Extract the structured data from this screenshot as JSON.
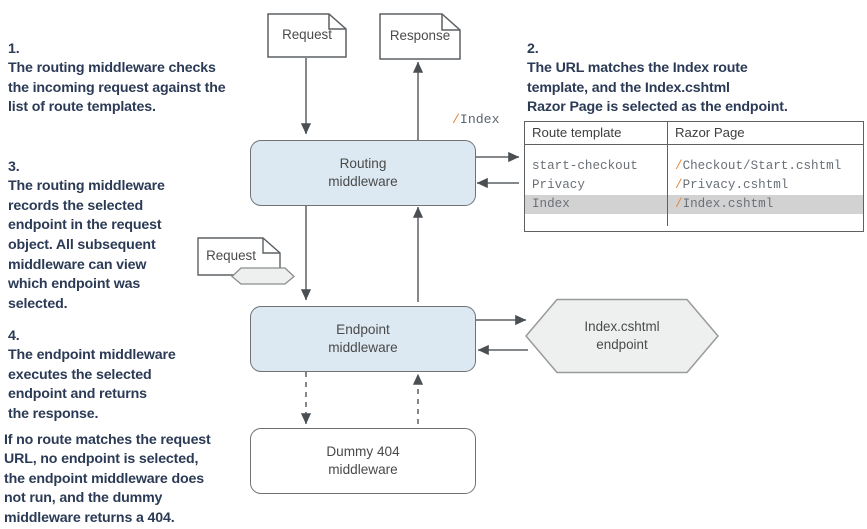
{
  "diagram": {
    "title": "ASP.NET Core routing and endpoint middleware flow",
    "colors": {
      "middleware_fill": "#dce9f3",
      "middleware_stroke": "#6f7376",
      "hex_fill": "#eef0ef",
      "hex_stroke": "#9a9a9a",
      "annotation_text": "#2b3a55",
      "code_accent": "#e08a3c",
      "table_highlight": "#d2d2d2",
      "arrow": "#5d6164"
    }
  },
  "annotations": [
    {
      "id": "note-1",
      "number": "1.",
      "text": "The routing middleware checks\nthe incoming request against the\nlist of route templates."
    },
    {
      "id": "note-2",
      "number": "2.",
      "text": "The URL matches the Index route\ntemplate, and the Index.cshtml\nRazor Page is selected as the endpoint."
    },
    {
      "id": "note-3",
      "number": "3.",
      "text": "The routing middleware\nrecords the selected\nendpoint in the request\nobject. All subsequent\nmiddleware can view\nwhich endpoint was\nselected."
    },
    {
      "id": "note-4",
      "number": "4.",
      "text": "The endpoint middleware\nexecutes the selected\nendpoint and returns\nthe response."
    },
    {
      "id": "note-5",
      "number": "",
      "text": "If no route matches the request\nURL, no endpoint is selected,\nthe endpoint middleware does\nnot run, and the dummy\nmiddleware returns a 404."
    }
  ],
  "nodes": {
    "request_doc_top": {
      "label": "Request"
    },
    "response_doc_top": {
      "label": "Response"
    },
    "routing_middleware": {
      "line1": "Routing",
      "line2": "middleware"
    },
    "request_doc_tagged": {
      "label": "Request"
    },
    "endpoint_middleware": {
      "line1": "Endpoint",
      "line2": "middleware"
    },
    "dummy_middleware": {
      "line1": "Dummy 404",
      "line2": "middleware"
    },
    "endpoint_hex": {
      "line1": "Index.cshtml",
      "line2": "endpoint"
    }
  },
  "labels": {
    "url_route": {
      "slash": "/",
      "rest": "Index"
    }
  },
  "route_table": {
    "columns": [
      "Route template",
      "Razor Page"
    ],
    "rows": [
      {
        "template": "start-checkout",
        "page": "/Checkout/Start.cshtml",
        "highlighted": false
      },
      {
        "template": "Privacy",
        "page": "/Privacy.cshtml",
        "highlighted": false
      },
      {
        "template": "Index",
        "page": "/Index.cshtml",
        "highlighted": true
      }
    ]
  }
}
